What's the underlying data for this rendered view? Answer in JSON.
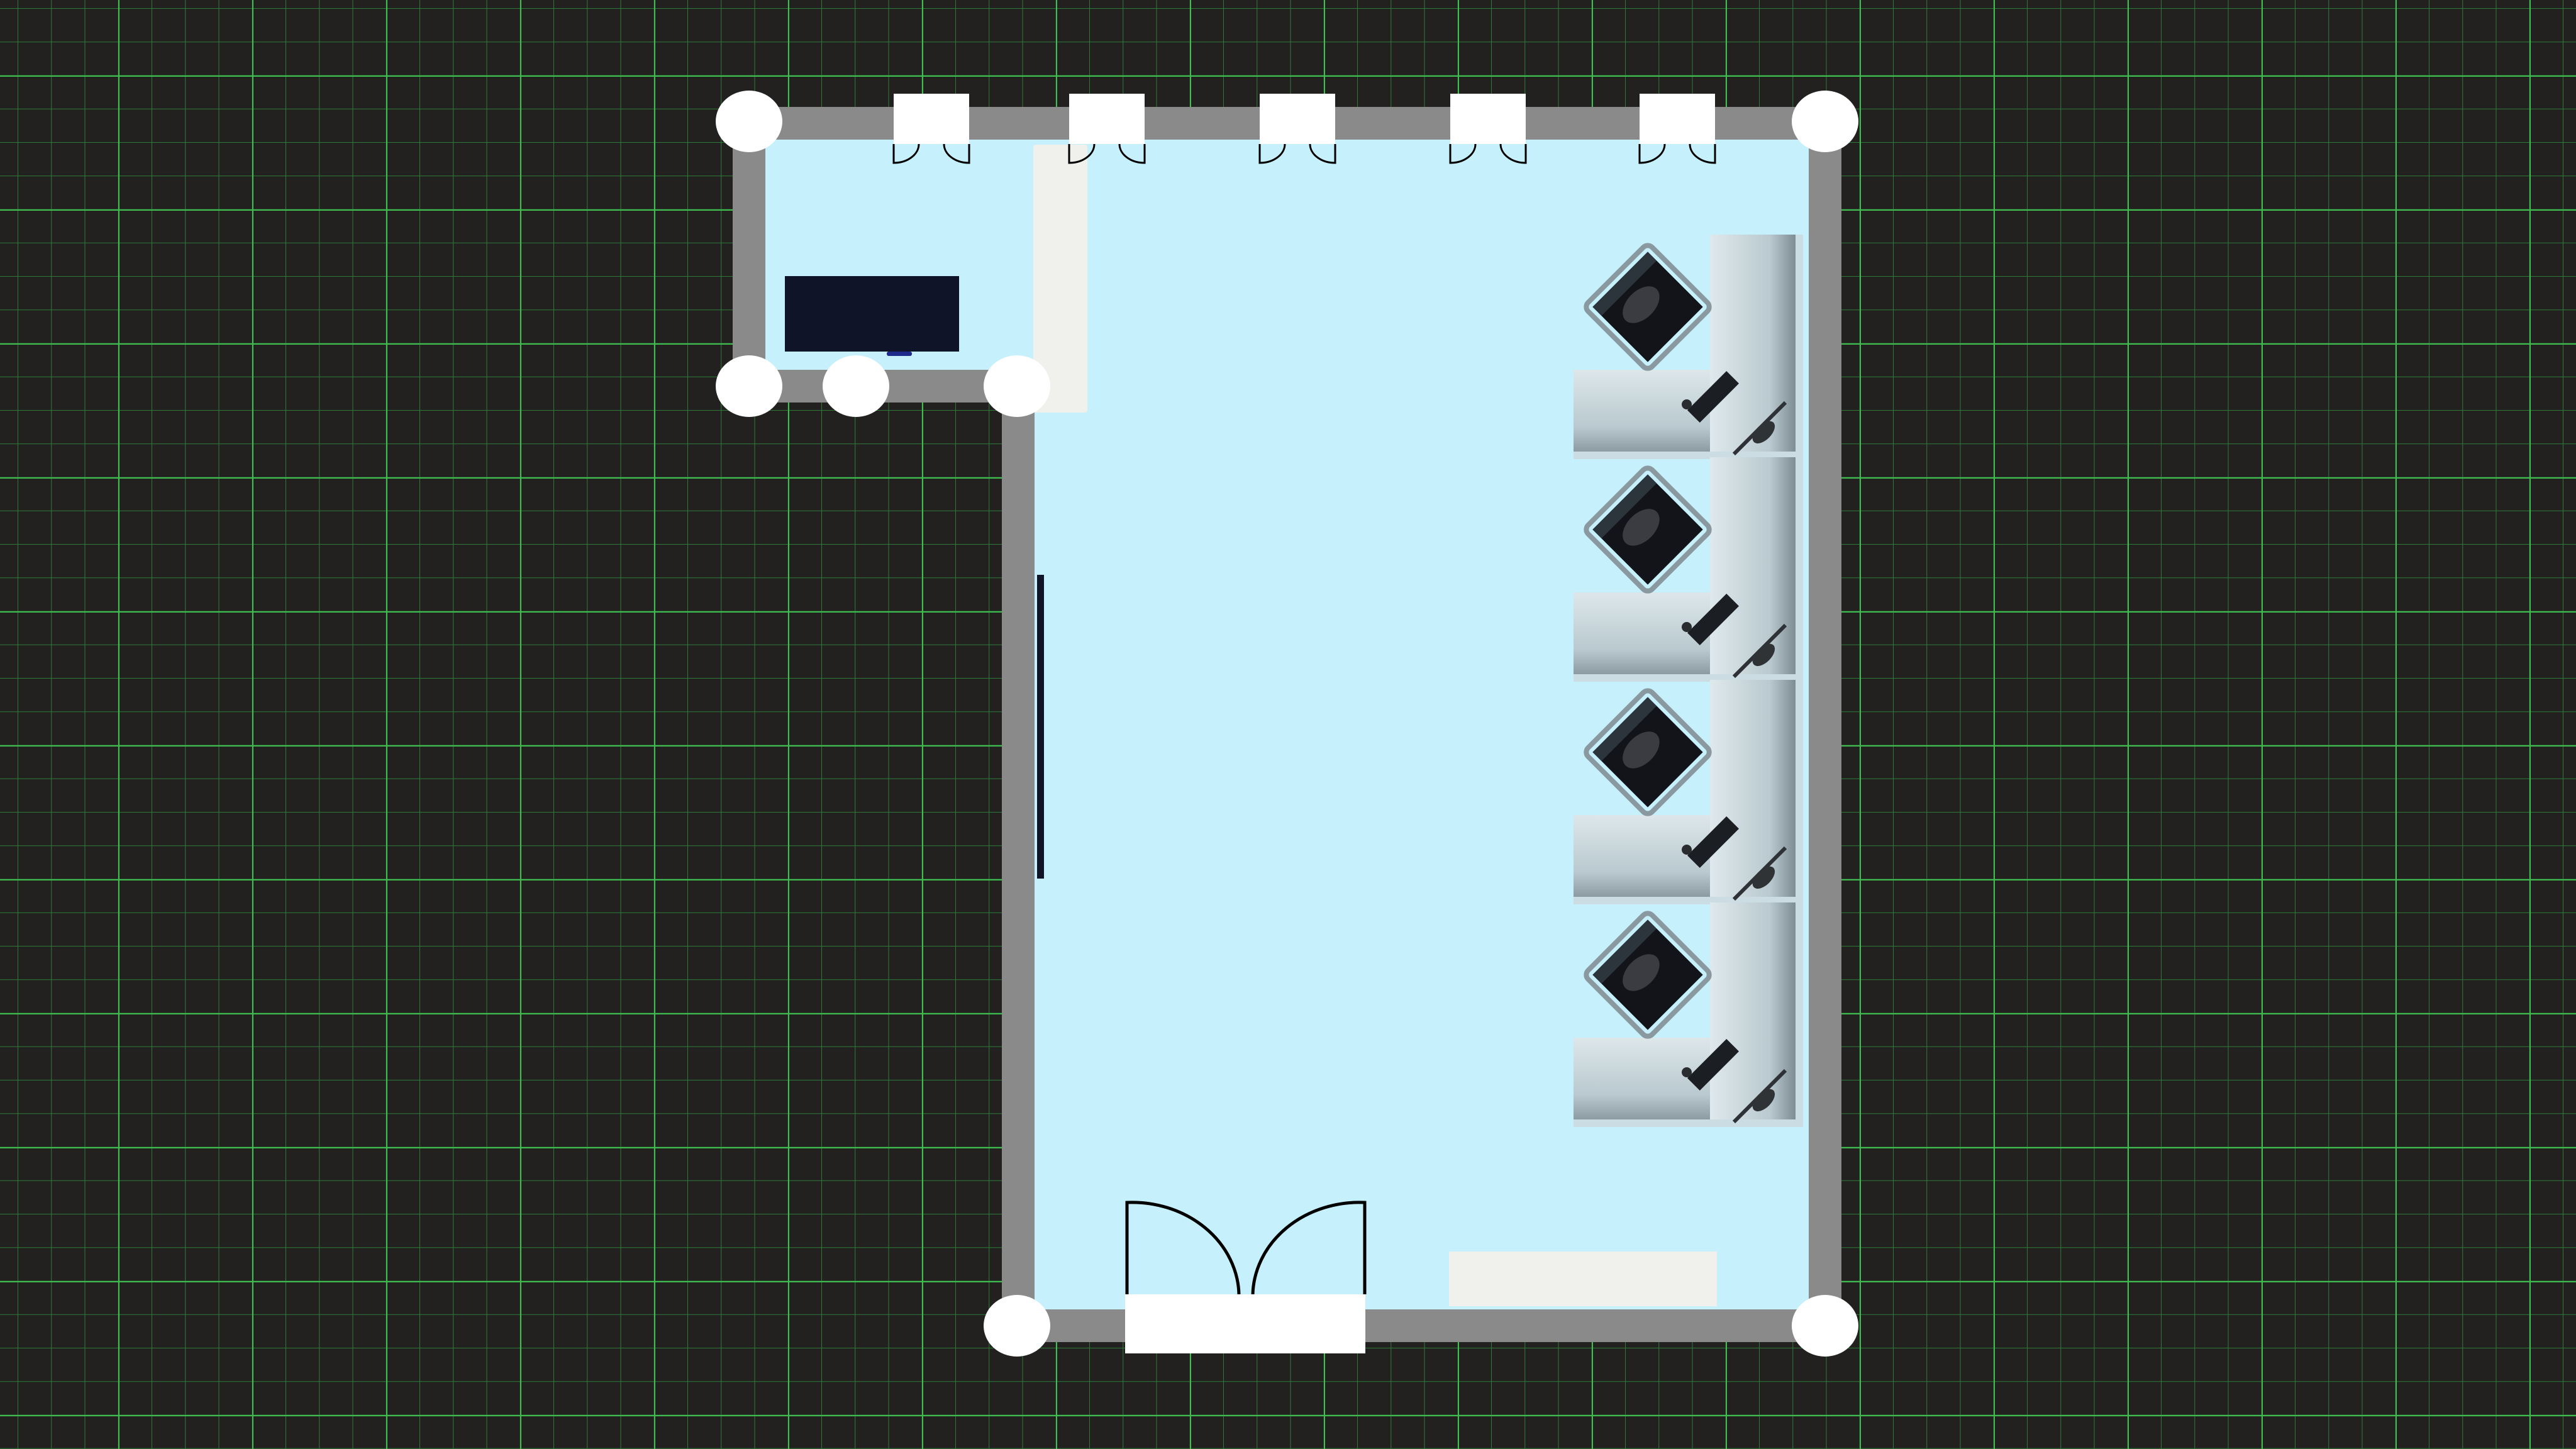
{
  "editor": {
    "view": "floor-plan-top-view",
    "grid": {
      "visible": true,
      "major_color": "#3fbf4f",
      "minor_color": "#2f8a3a"
    },
    "colors": {
      "background": "#232120",
      "floor": "#c6f0fc",
      "wall": "#8a8a8a",
      "node": "#ffffff",
      "window": "#ffffff",
      "cabinet": "#f0f0ec",
      "tv": "#0f1428"
    },
    "rooms": 2,
    "corner_nodes": 7,
    "windows": 5,
    "doors": 1,
    "workstations": 4
  }
}
